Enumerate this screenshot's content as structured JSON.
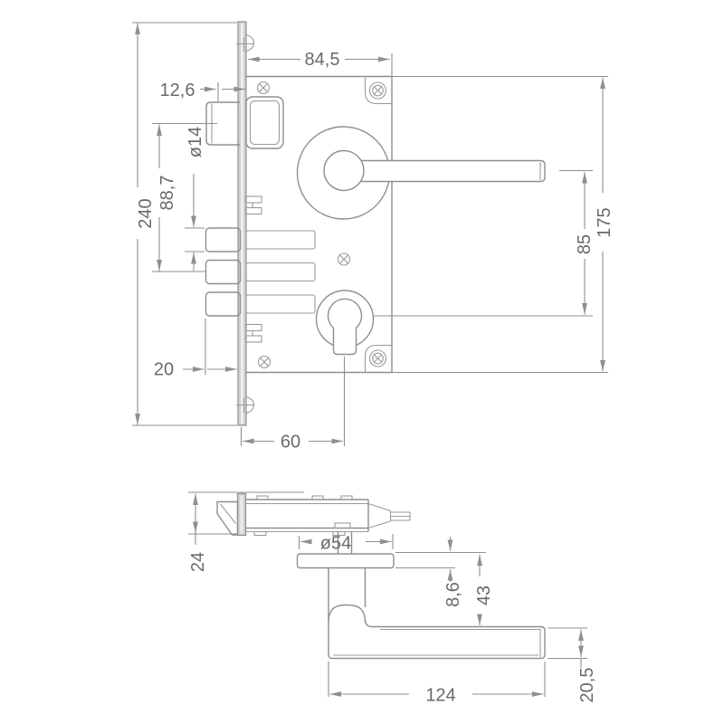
{
  "drawing": {
    "title": "mortise-lock-and-lever-handle-technical-drawing",
    "colors": {
      "line": "#8f8f8f",
      "dimension_line": "#8f8f8f",
      "text": "#6a6a6a",
      "faceplate_fill": "#d2d2d2",
      "background": "#ffffff"
    },
    "front_view": {
      "dims": {
        "case_depth": "84,5",
        "latch_projection": "12,6",
        "faceplate_height": "240",
        "latch_to_pins": "88,7",
        "pin_diameter": "ø14",
        "pin_projection": "20",
        "backset": "60",
        "handle_to_cylinder": "85",
        "case_height": "175"
      }
    },
    "plan_view": {
      "dims": {
        "faceplate_width": "24",
        "rose_diameter": "ø54",
        "rose_thickness": "8,6",
        "rose_to_lever": "43",
        "lever_length": "124",
        "lever_thickness": "20,5"
      }
    }
  }
}
